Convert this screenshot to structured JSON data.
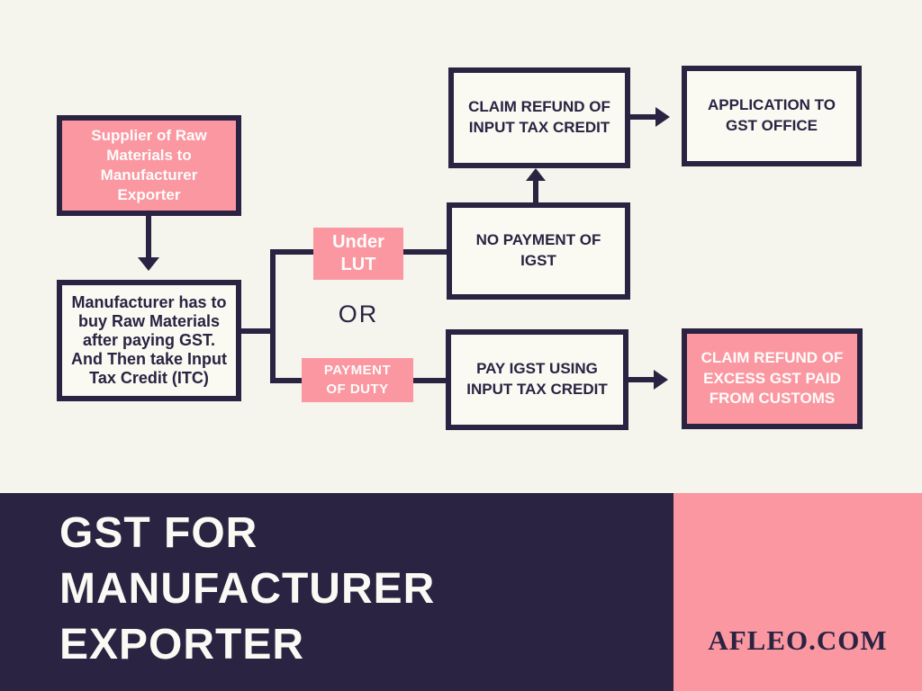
{
  "colors": {
    "background": "#f5f4ed",
    "dark_navy": "#2a2342",
    "pink": "#fb97a1",
    "box_fill": "#faf9f2",
    "white_text": "#fdfdfb"
  },
  "flowchart": {
    "supplier": "Supplier of Raw Materials to Manufacturer Exporter",
    "manufacturer": "Manufacturer has to buy Raw Materials after paying GST. And Then take Input Tax Credit (ITC)",
    "under_lut": "Under LUT",
    "or_label": "OR",
    "payment_of_duty": "PAYMENT OF DUTY",
    "no_payment_igst": "NO PAYMENT OF IGST",
    "claim_refund_itc": "CLAIM REFUND OF INPUT TAX CREDIT",
    "application_gst_office": "APPLICATION TO GST OFFICE",
    "pay_igst_itc": "PAY IGST USING INPUT TAX CREDIT",
    "claim_refund_excess": "CLAIM REFUND OF EXCESS GST PAID FROM CUSTOMS"
  },
  "footer": {
    "title_line1": "GST FOR",
    "title_line2": "MANUFACTURER",
    "title_line3": "EXPORTER",
    "brand": "AFLEO.COM"
  }
}
